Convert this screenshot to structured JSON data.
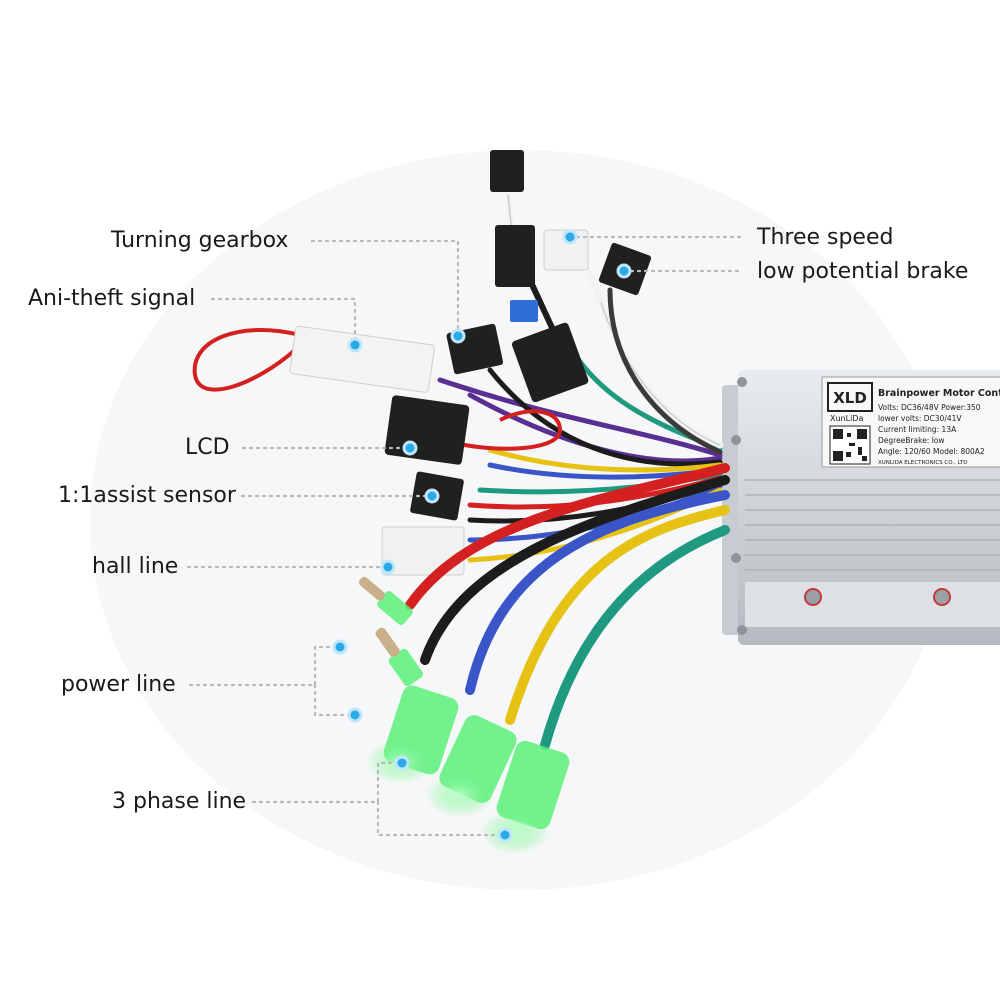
{
  "labels": {
    "turning_gearbox": "Turning gearbox",
    "anti_theft": "Ani-theft signal",
    "lcd": "LCD",
    "assist_sensor": "1:1assist sensor",
    "hall_line": "hall line",
    "power_line": "power line",
    "three_phase": "3 phase line",
    "three_speed": "Three speed",
    "low_brake": "low potential brake"
  },
  "nameplate": {
    "logo": "XLD",
    "brand": "XunLiDa",
    "title": "Brainpower Motor Cont",
    "volts": "Volts: DC36/48V   Power:350",
    "lower_volts": "lower volts: DC30/41V",
    "current": "Current limiting: 13A",
    "degree": "DegreeBrake: low",
    "angle": "Angle: 120/60  Model: 800A2",
    "company": "XUNLIDA ELECTRONICS CO., LTD"
  },
  "colors": {
    "marker": "#2aa9e6",
    "leader": "#b9b9b9",
    "wire_red": "#d42020",
    "wire_black": "#1c1c1c",
    "wire_blue": "#3a55c8",
    "wire_yellow": "#e6c214",
    "wire_green": "#1f9a80",
    "terminal": "#5cf07a"
  }
}
